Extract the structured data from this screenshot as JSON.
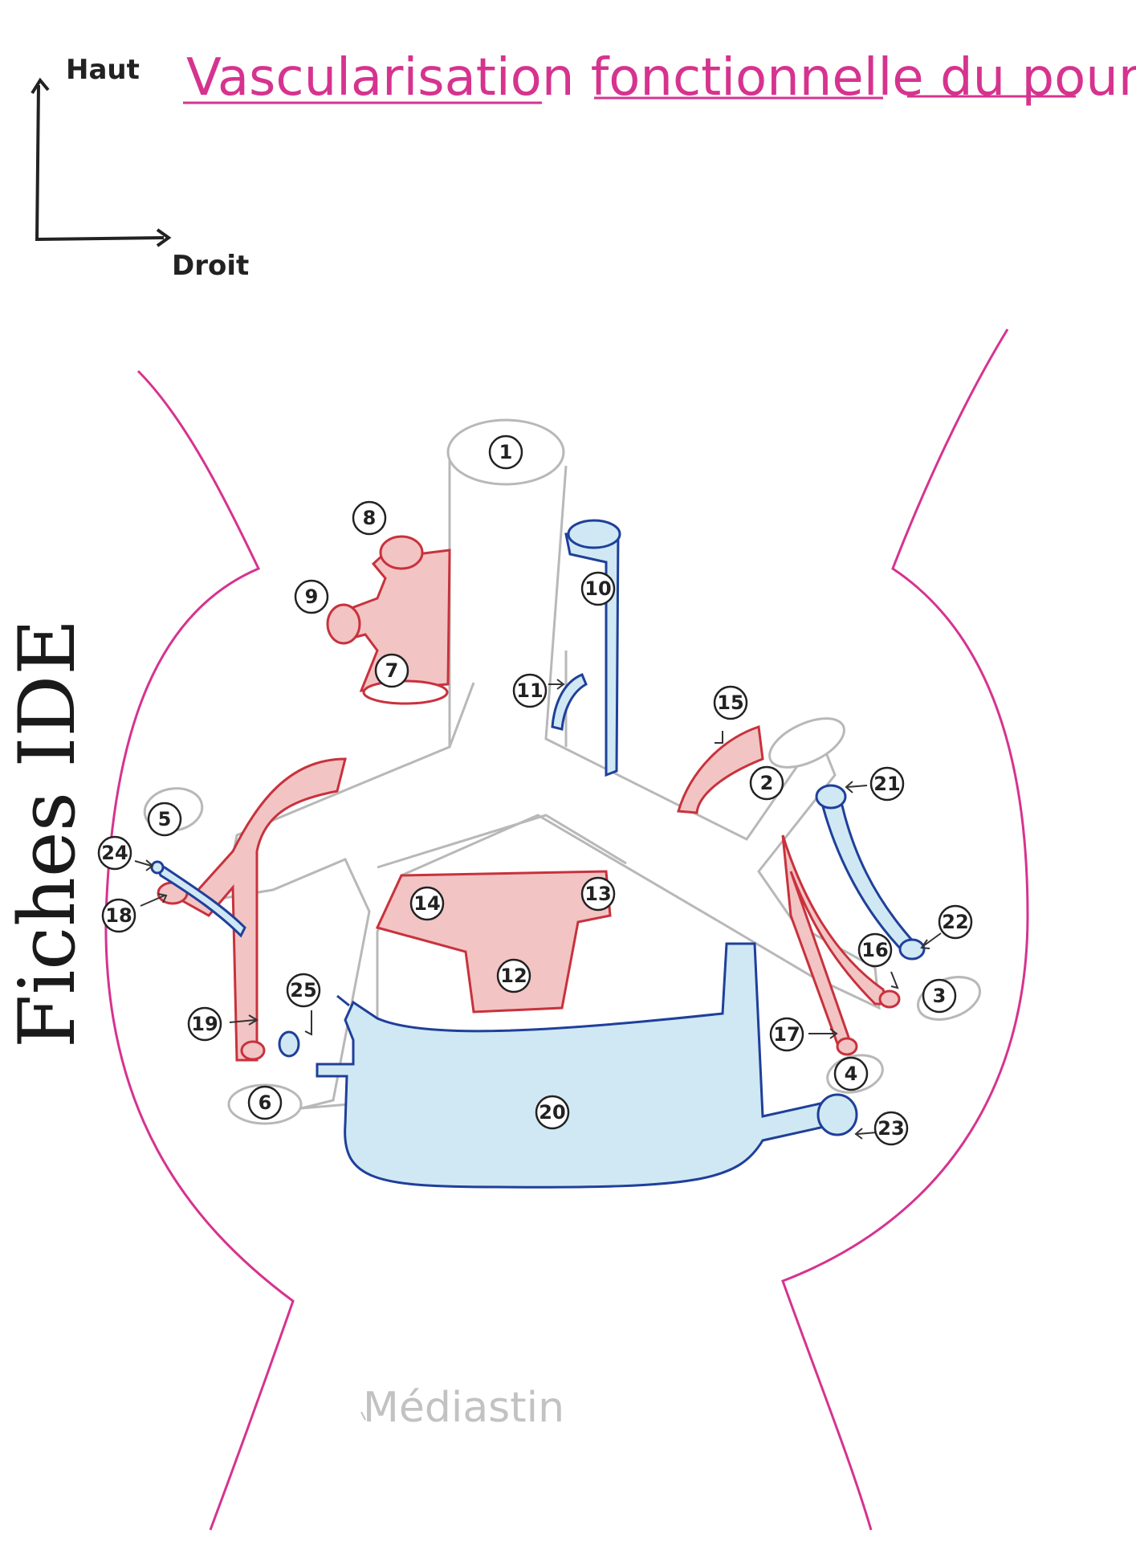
{
  "title": "Vascularisation fonctionnelle du poumon",
  "axes": {
    "up_label": "Haut",
    "right_label": "Droit"
  },
  "watermark": "Fiches IDE",
  "bottom_label": "Médiastin",
  "colors": {
    "pink": "#d6338f",
    "artery_stroke": "#c8323c",
    "artery_fill": "#f3c4c4",
    "vein_stroke": "#1f3f9a",
    "vein_fill": "#cfe8f3",
    "bronchus_stroke": "#b5b5b5"
  },
  "labels": [
    "1",
    "2",
    "3",
    "4",
    "5",
    "6",
    "7",
    "8",
    "9",
    "10",
    "11",
    "12",
    "13",
    "14",
    "15",
    "16",
    "17",
    "18",
    "19",
    "20",
    "21",
    "22",
    "23",
    "24",
    "25"
  ]
}
